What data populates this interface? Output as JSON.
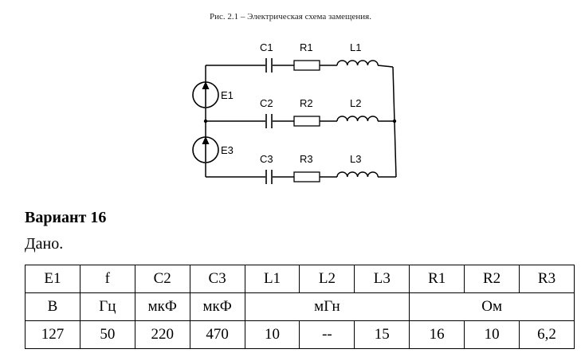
{
  "figure": {
    "caption": "Рис. 2.1 – Электрическая схема замещения.",
    "labels": {
      "C1": "C1",
      "R1": "R1",
      "L1": "L1",
      "C2": "C2",
      "R2": "R2",
      "L2": "L2",
      "C3": "C3",
      "R3": "R3",
      "L3": "L3",
      "E1": "E1",
      "E3": "E3"
    }
  },
  "variant_title": "Вариант 16",
  "given_label": "Дано.",
  "table": {
    "headers": [
      "E1",
      "f",
      "C2",
      "C3",
      "L1",
      "L2",
      "L3",
      "R1",
      "R2",
      "R3"
    ],
    "units": [
      "В",
      "Гц",
      "мкФ",
      "мкФ",
      "мГн",
      "Ом"
    ],
    "values": [
      "127",
      "50",
      "220",
      "470",
      "10",
      "--",
      "15",
      "16",
      "10",
      "6,2"
    ]
  }
}
